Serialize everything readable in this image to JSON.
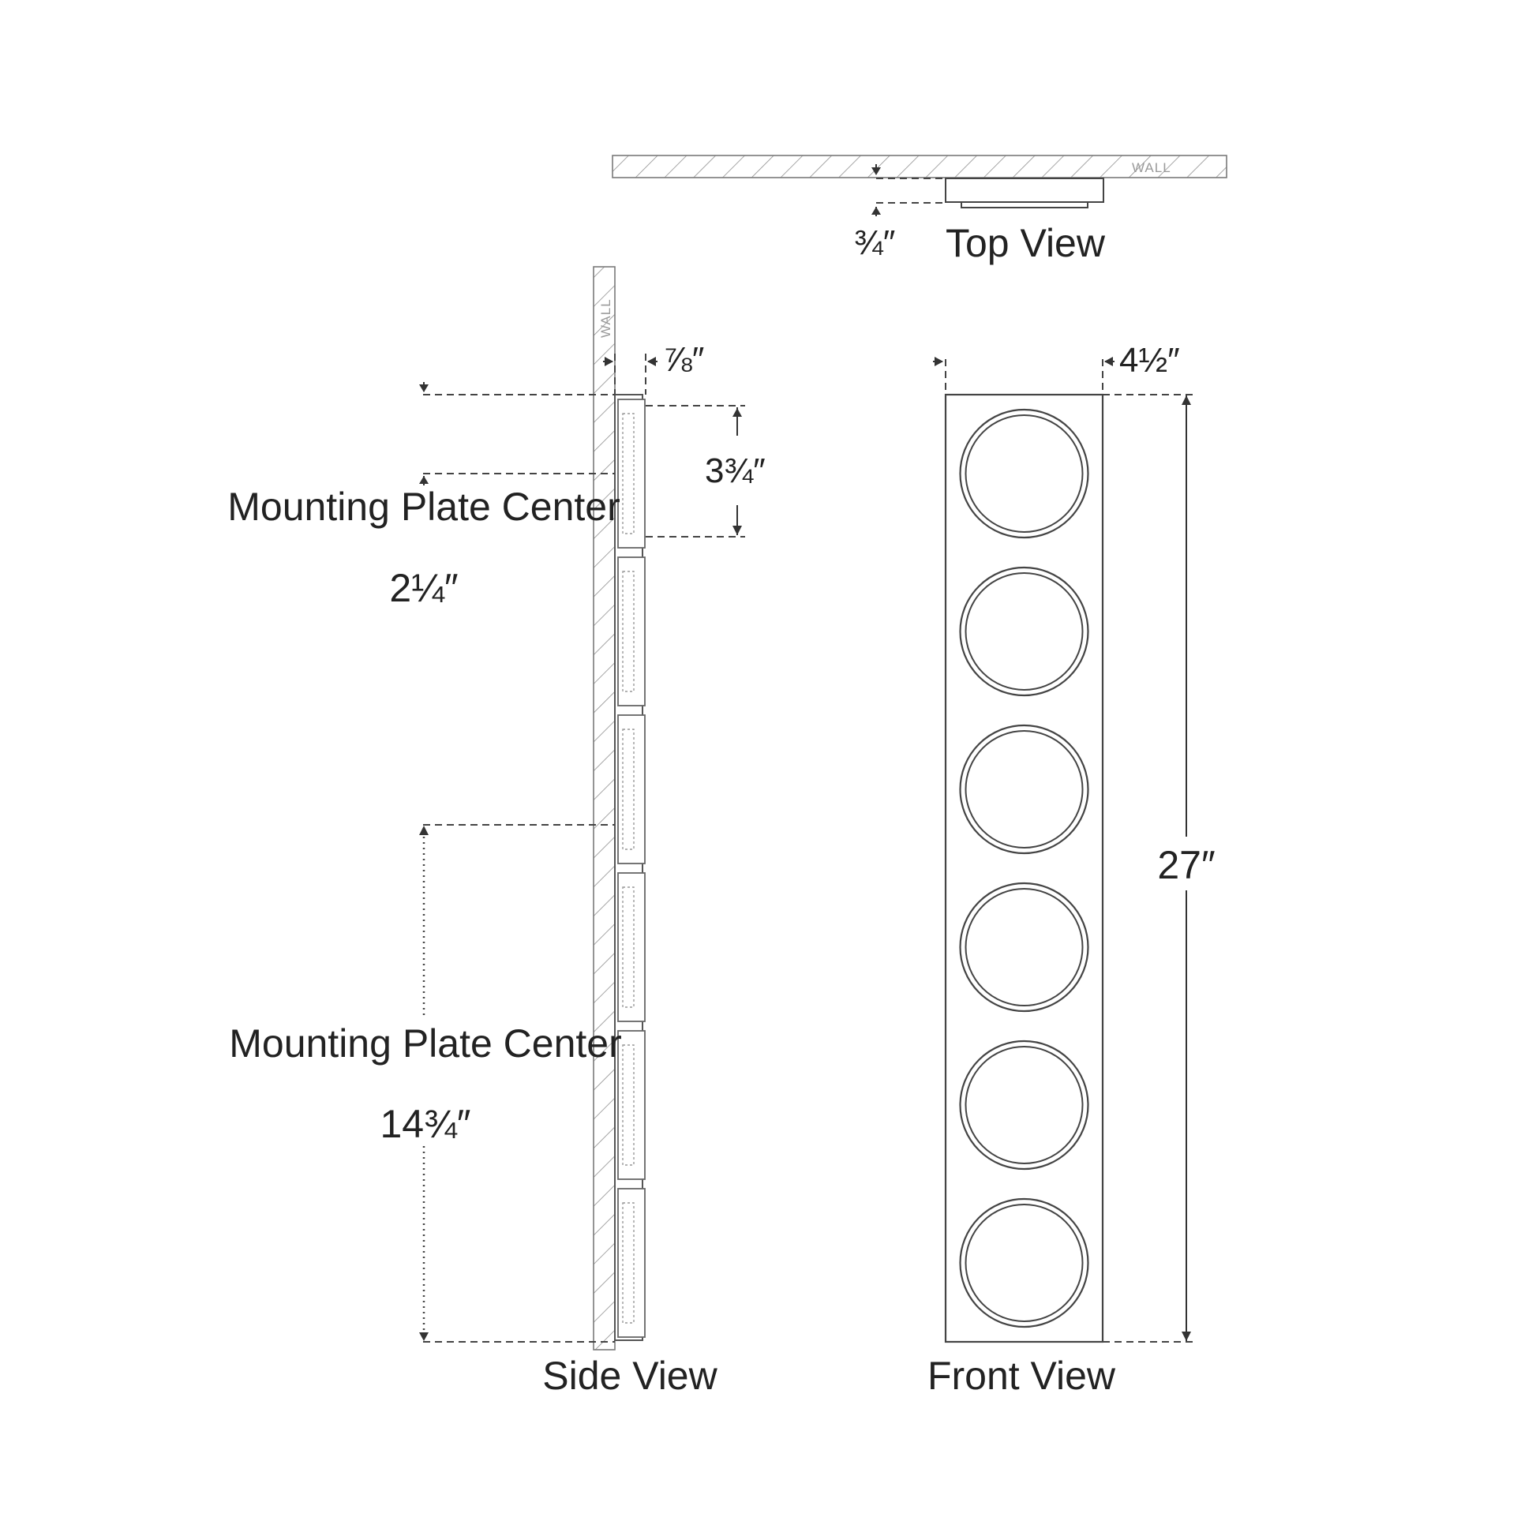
{
  "labels": {
    "top_view": "Top View",
    "side_view": "Side View",
    "front_view": "Front View",
    "wall": "WALL",
    "mounting_plate_center": "Mounting Plate Center"
  },
  "dimensions": {
    "top_depth": "¾″",
    "side_depth": "⅞″",
    "backplate_height": "3¾″",
    "mount_top_offset": "2¼″",
    "mount_lower_offset": "14¾″",
    "front_width": "4½″",
    "overall_height": "27″"
  },
  "fixture": {
    "light_count": 6
  }
}
